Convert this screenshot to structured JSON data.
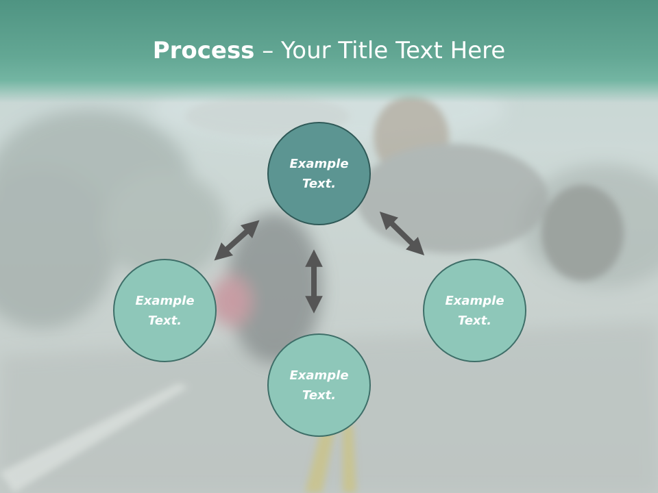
{
  "slide": {
    "title_bold": "Process",
    "title_rest": " – Your Title Text Here"
  },
  "diagram": {
    "center": {
      "line1": "Example",
      "line2": "Text."
    },
    "left": {
      "line1": "Example",
      "line2": "Text."
    },
    "bottom": {
      "line1": "Example",
      "line2": "Text."
    },
    "right": {
      "line1": "Example",
      "line2": "Text."
    }
  },
  "colors": {
    "header": "#5fa390",
    "node_fill": "#8ec7b9",
    "center_fill": "#5c9592",
    "node_border": "#3e6e68",
    "arrow": "#555555"
  },
  "icons": {
    "arrow": "double-headed-arrow-icon"
  }
}
